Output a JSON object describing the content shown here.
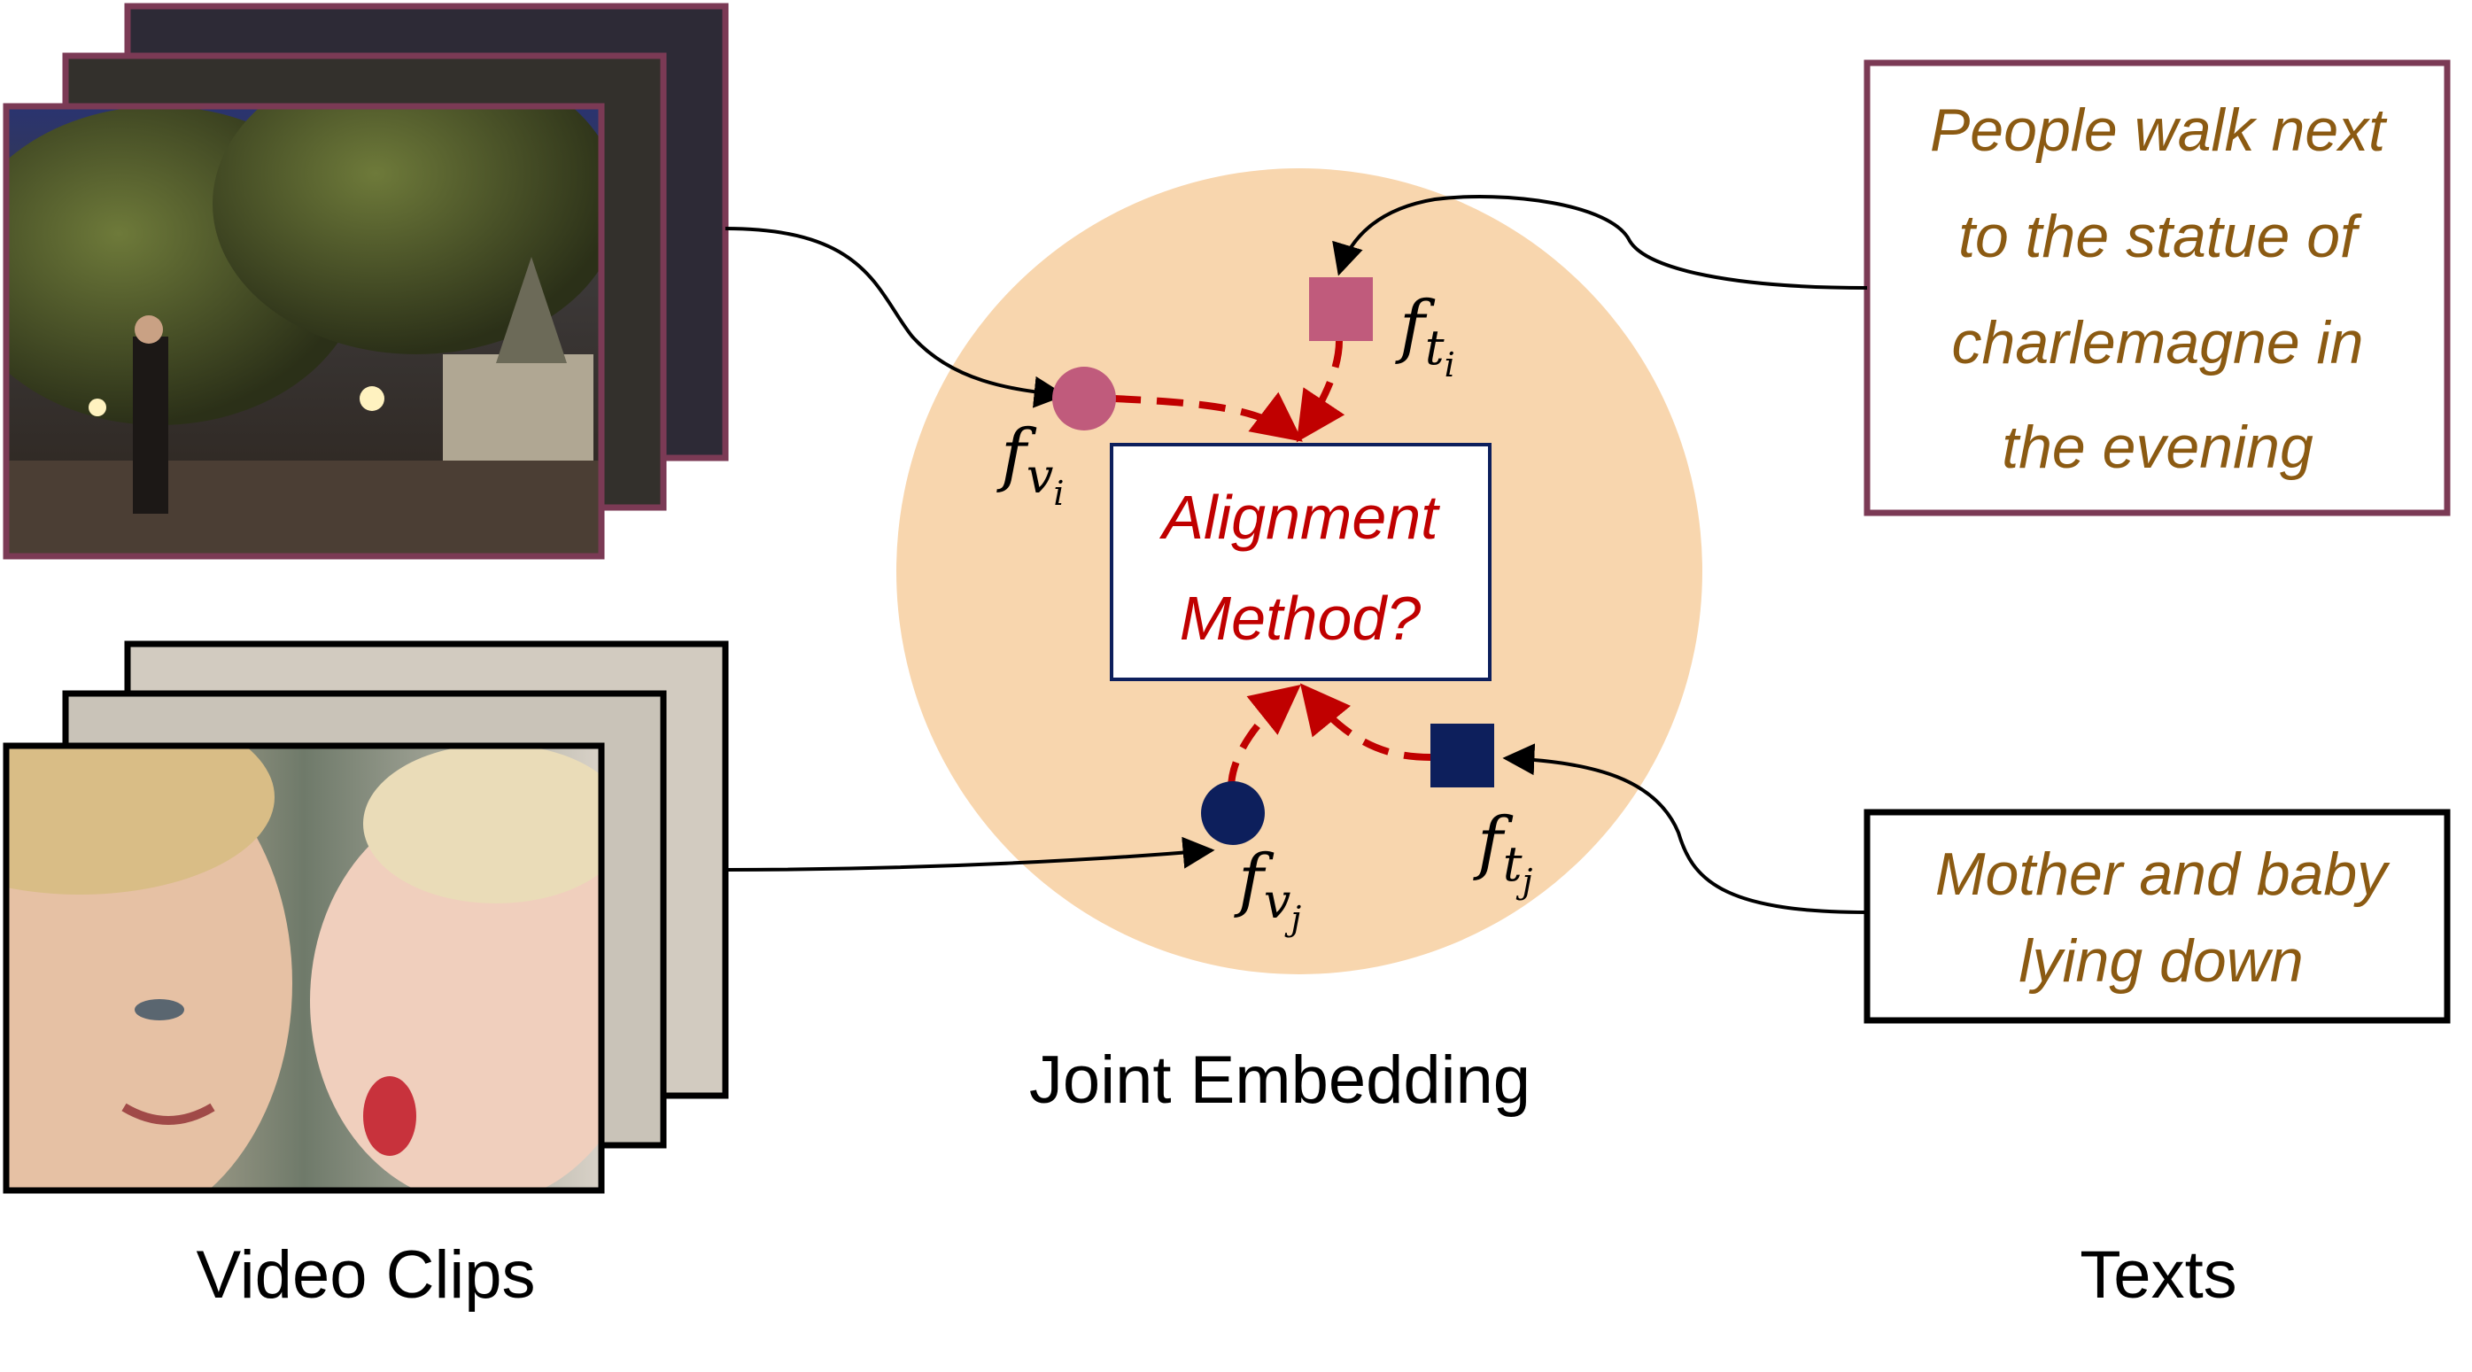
{
  "colors": {
    "circle_fill": "#F8D6AE",
    "maroon_border": "#7B3A55",
    "video_pink": "#C05B7C",
    "navy": "#0D1F5C",
    "red_dashed": "#C00000",
    "text_brown": "#8B5A12",
    "alignment_red": "#C00000"
  },
  "icons": [
    "video-frame-image",
    "circle-marker",
    "square-marker"
  ],
  "labels": {
    "video_clips": "Video Clips",
    "joint_embedding": "Joint Embedding",
    "texts": "Texts"
  },
  "alignment_box": {
    "line1": "Alignment",
    "line2": "Method?"
  },
  "text_boxes": {
    "top": [
      "People walk next",
      "to the statue of",
      "charlemagne in",
      "the evening"
    ],
    "bottom": [
      "Mother and baby",
      "lying down"
    ]
  },
  "features": {
    "f_vi": {
      "base": "f",
      "sub": "v",
      "subsub": "i"
    },
    "f_ti": {
      "base": "f",
      "sub": "t",
      "subsub": "i"
    },
    "f_vj": {
      "base": "f",
      "sub": "v",
      "subsub": "j"
    },
    "f_tj": {
      "base": "f",
      "sub": "t",
      "subsub": "j"
    }
  }
}
